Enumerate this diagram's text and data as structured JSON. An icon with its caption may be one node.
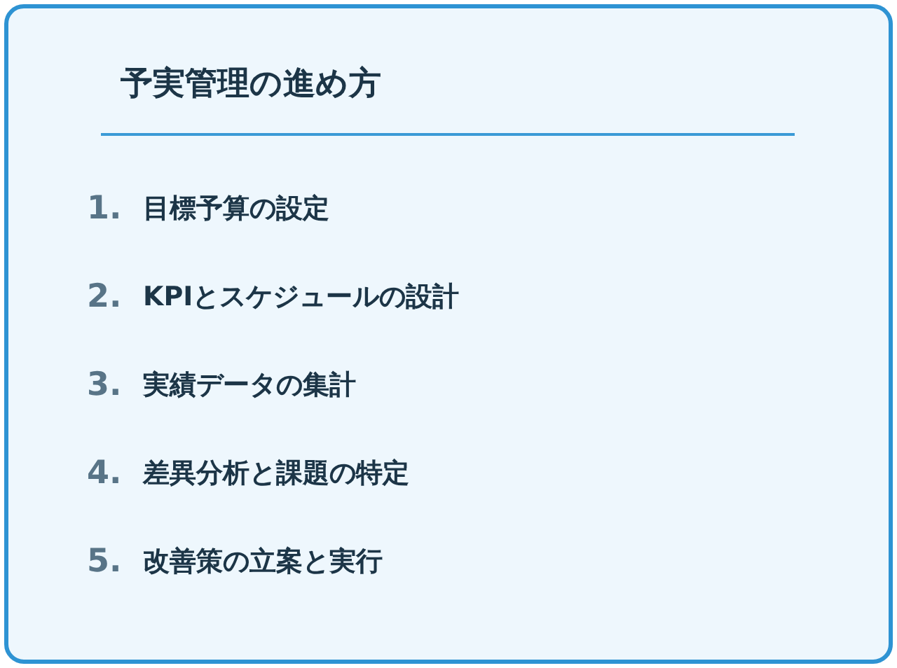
{
  "diagram": {
    "title": "予実管理の進め方",
    "labels": [
      "1.",
      "目標予算の設定",
      "2.",
      "KPIとスケジュールの設計",
      "3.",
      "実績データの集計",
      "4.",
      "差異分析と課題の特定",
      "5.",
      "改善策の立案と実行"
    ]
  }
}
